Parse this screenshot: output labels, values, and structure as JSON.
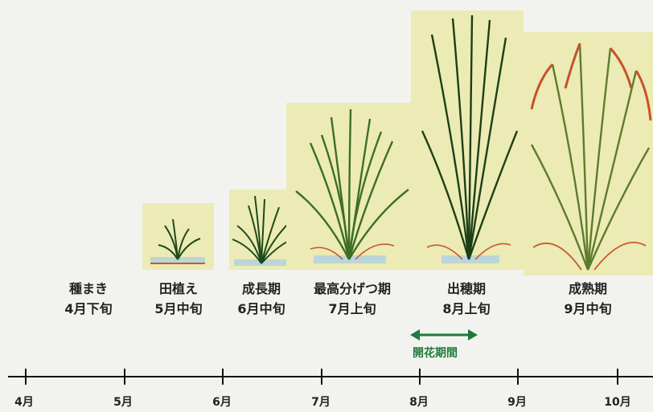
{
  "stages": [
    {
      "name": "種まき",
      "timing": "4月下旬"
    },
    {
      "name": "田植え",
      "timing": "5月中旬"
    },
    {
      "name": "成長期",
      "timing": "6月中旬"
    },
    {
      "name": "最高分げつ期",
      "timing": "7月上旬"
    },
    {
      "name": "出穂期",
      "timing": "8月上旬"
    },
    {
      "name": "成熟期",
      "timing": "9月中旬"
    }
  ],
  "flowering": {
    "label": "開花期間"
  },
  "months": [
    "4月",
    "5月",
    "6月",
    "7月",
    "8月",
    "9月",
    "10月"
  ],
  "colors": {
    "panel": "#ecebb5",
    "timeline": "#111111",
    "flowering": "#1f7a3a"
  }
}
